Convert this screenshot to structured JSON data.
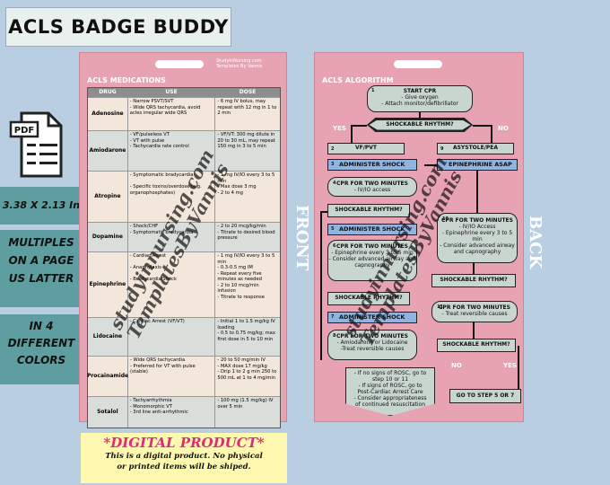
{
  "promo": {
    "title": "ACLS BADGE BUDDY",
    "size": "3.38 X 2.13 In",
    "multiples_line1": "MULTIPLES",
    "multiples_line2": "ON A PAGE",
    "multiples_line3": "US LATTER",
    "colors_line1": "IN 4",
    "colors_line2": "DIFFERENT",
    "colors_line3": "COLORS",
    "pdf_label": "PDF",
    "digital_title": "*DIGITAL PRODUCT*",
    "digital_line1": "This is a digital product. No physical",
    "digital_line2": "or printed items will be shiped."
  },
  "front": {
    "side_label": "FRONT",
    "note": "StudyInNursing.com Templates By Vannis",
    "heading": "ACLS MEDICATIONS",
    "columns": [
      "DRUG",
      "USE",
      "DOSE"
    ],
    "rows": [
      {
        "drug": "Adenosine",
        "use": "- Narrow PSVT/SVT\n- Wide QRS tachycardia, avoid acles irregular wide QRS",
        "dose": "- 6 mg IV bolus, may repeat with 12 mg in 1 to 2 min"
      },
      {
        "drug": "Amiodarone",
        "use": "- VF/pulseless VT\n- VT with pulse\n- Tachycardia rate control",
        "dose": "- VF/VT: 300 mg dilute in 20 to 30 mL, may repeat 150 mg in 3 to 5 min"
      },
      {
        "drug": "Atropine",
        "use": "- Symptomatic bradycardia\n\n- Specific toxins/overdose (e.g. organophosphates)",
        "dose": "- 1 mg IV/IO every 3 to 5 min\n- Max dose 3 mg\n- 2 to 4 mg"
      },
      {
        "drug": "Dopamine",
        "use": "- Shock/CHF\n- Symptomatic bradycardia",
        "dose": "- 2 to 20 mcg/kg/min\n- Titrate to desired blood pressure"
      },
      {
        "drug": "Epinephrine",
        "use": "- Cardiac Arrest\n\n- Anaphylaxis\n\n- Bradycardia/Shock",
        "dose": "- 1 mg IV/IO every 3 to 5 min\n- 0.3-0.5 mg IM\n- Repeat every five minutes as needed\n- 2 to 10 mcg/min infusion\n- Titrate to response"
      },
      {
        "drug": "Lidocaine",
        "use": "- Cardiac Arrest (VF/VT)",
        "dose": "- Initial 1 to 1.5 mg/kg IV loading\n- 0.5 to 0.75 mg/kg; max first dose in 5 to 10 min"
      },
      {
        "drug": "Procainamide",
        "use": "- Wide QRS tachycardia\n- Preferred for VT with pulse (stable)",
        "dose": "- 20 to 50 mg/min IV\n- MAX dose 17 mg/kg\n- Drip 1 to 2 g min 250 to 500 mL at 1 to 4 mg/min"
      },
      {
        "drug": "Sotalol",
        "use": "- Tachyarrhythmia\n- Monomorphic VT\n- 3rd line anti-arrhythmic",
        "dose": "- 100 mg (1.5 mg/kg) IV over 5 min"
      }
    ]
  },
  "back": {
    "side_label": "BACK",
    "heading": "ACLS ALGORITHM",
    "start_title": "START CPR",
    "start_line1": "- Give oxygen",
    "start_line2": "- Attach monitor/defibrillator",
    "shockable_q": "SHOCKABLE RHYTHM?",
    "yes": "YES",
    "no": "NO",
    "vf_pvt": "VF/PVT",
    "asystole": "ASYSTOLE/PEA",
    "administer_shock": "ADMINISTER SHOCK",
    "epi_asap": "EPINEPHRINE ASAP",
    "cpr2_title": "CPR FOR TWO MINUTES",
    "cpr2_ivio": "- IV/IO access",
    "cpr2_right_l1": "CPR FOR TWO MINUTES",
    "cpr2_right_l2": "- IV/IO Access",
    "cpr2_right_l3": "- Epinephrine every 3 to 5 min",
    "cpr2_right_l4": "- Consider advanced airway and capnography",
    "cpr_epi_l1": "CPR FOR TWO MINUTES",
    "cpr_epi_l2": "- Epinephrine every 3 to 5 min",
    "cpr_epi_l3": "- Consider advanced airway and capnography",
    "cpr_amio_l1": "CPR FOR TWO MINUTES",
    "cpr_amio_l2": "- Amiodarone or Lidocaine",
    "cpr_amio_l3": "-Treat reversible causes",
    "cpr_treat_l1": "CPR FOR TWO MINUTES",
    "cpr_treat_l2": "- Treat reversible causes",
    "rosc_l1": "- If no signs of ROSC, go to",
    "rosc_l2": "step 10 or 11",
    "rosc_l3": "- If signs of ROSC, go to",
    "rosc_l4": "Post-Cardiac Arrest Care",
    "rosc_l5": "- Consider appropriateness",
    "rosc_l6": "of continued resuscitation",
    "goto": "GO TO STEP 5 OR 7",
    "n1": "1",
    "n2": "2",
    "n3": "3",
    "n4": "4",
    "n5": "5",
    "n6": "6",
    "n7": "7",
    "n8": "8",
    "n9": "9",
    "n10": "10",
    "n11": "11"
  },
  "watermark": {
    "line1": "studyinnursing.com",
    "line2": "TemplatesByVannis"
  }
}
